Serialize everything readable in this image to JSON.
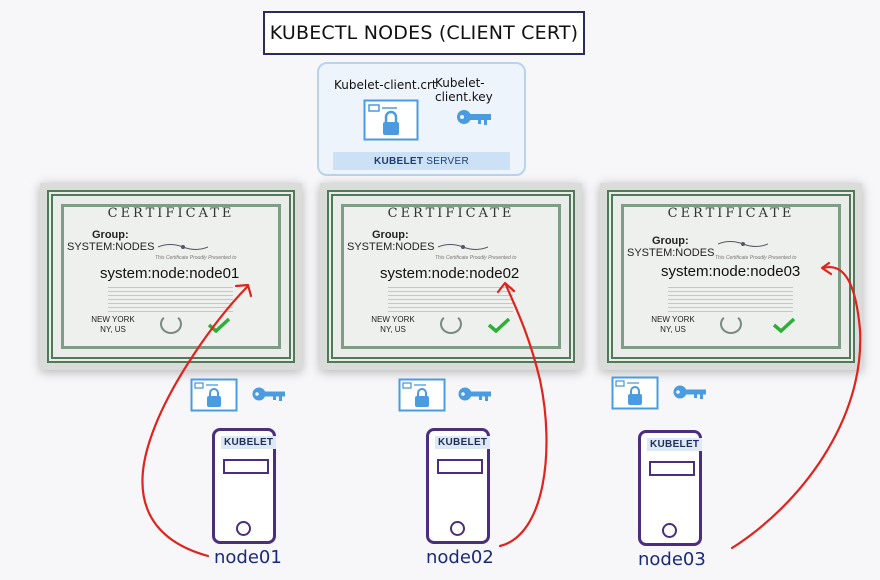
{
  "title": "KUBECTL NODES (CLIENT CERT)",
  "kubelet_server": {
    "crt_label": "Kubelet-client.crt",
    "key_label": "Kubelet-client.key",
    "bar_bold": "KUBELET",
    "bar_text": "SERVER"
  },
  "certificates": [
    {
      "heading": "CERTIFICATE",
      "group_label": "Group:",
      "group_value": "SYSTEM:NODES",
      "presented": "This Certificate Proudly Presented to",
      "subject": "system:node:node01",
      "location_line1": "NEW YORK",
      "location_line2": "NY, US"
    },
    {
      "heading": "CERTIFICATE",
      "group_label": "Group:",
      "group_value": "SYSTEM:NODES",
      "presented": "This Certificate Proudly Presented to",
      "subject": "system:node:node02",
      "location_line1": "NEW YORK",
      "location_line2": "NY, US"
    },
    {
      "heading": "CERTIFICATE",
      "group_label": "Group:",
      "group_value": "SYSTEM:NODES",
      "presented": "This Certificate Proudly Presented to",
      "subject": "system:node:node03",
      "location_line1": "NEW YORK",
      "location_line2": "NY, US"
    }
  ],
  "nodes": [
    {
      "tag": "KUBELET",
      "name": "node01"
    },
    {
      "tag": "KUBELET",
      "name": "node02"
    },
    {
      "tag": "KUBELET",
      "name": "node03"
    }
  ],
  "icons": {
    "certificate": "certificate-lock-icon",
    "key": "key-icon",
    "check": "check-icon",
    "seal": "laurel-seal-icon"
  },
  "colors": {
    "arrow": "#e0231c",
    "node_border": "#4b2f7e",
    "key": "#4a9be0",
    "cert_border": "#4f7a5a",
    "check": "#2fae3a",
    "server_bg": "#eef4fb"
  }
}
